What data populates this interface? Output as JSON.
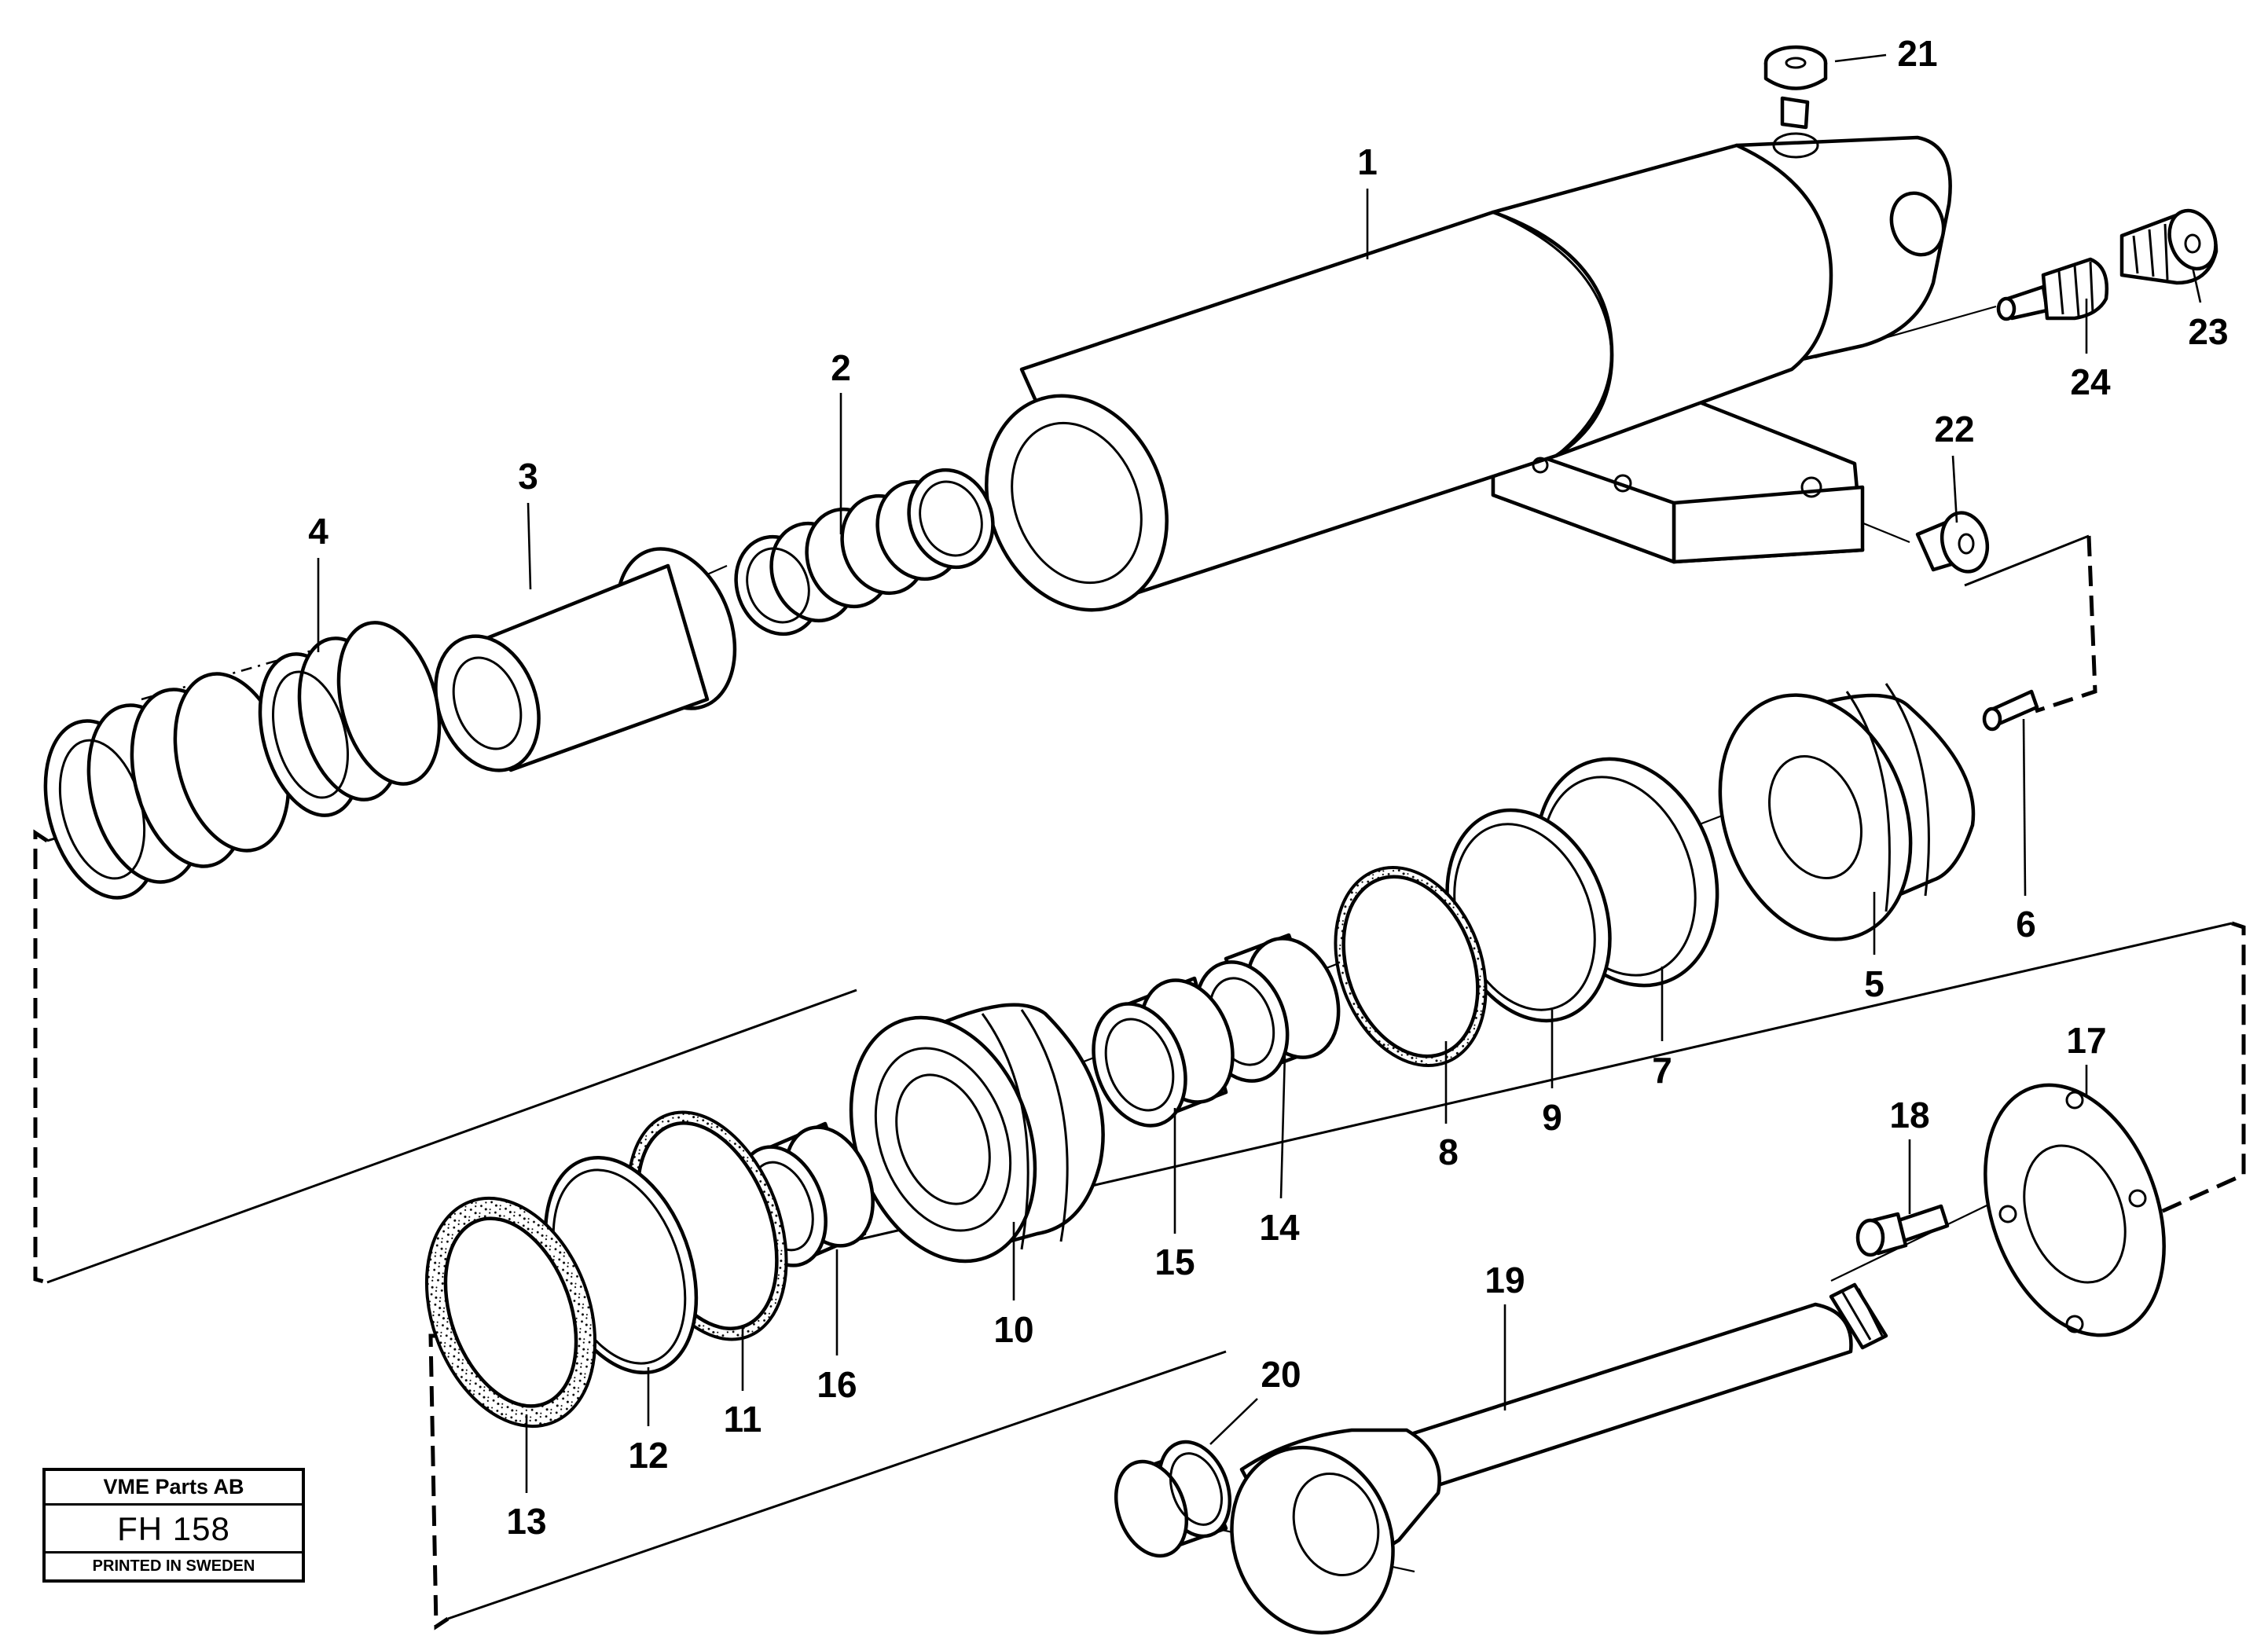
{
  "callouts": [
    "1",
    "2",
    "3",
    "4",
    "5",
    "6",
    "7",
    "8",
    "9",
    "10",
    "11",
    "12",
    "13",
    "14",
    "15",
    "16",
    "17",
    "18",
    "19",
    "20",
    "21",
    "22",
    "23",
    "24"
  ],
  "stamp": {
    "company": "VME Parts AB",
    "code": "FH 158",
    "printed": "PRINTED IN SWEDEN"
  }
}
